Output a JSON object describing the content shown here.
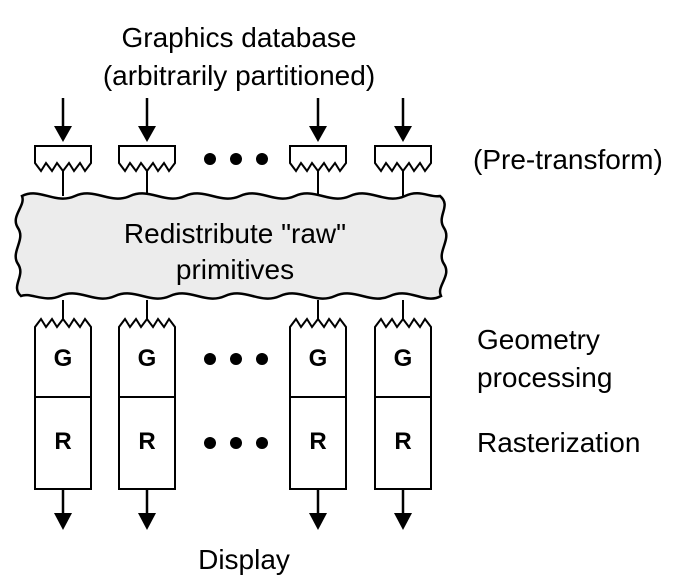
{
  "header": {
    "title_line1": "Graphics database",
    "title_line2": "(arbitrarily partitioned)"
  },
  "labels": {
    "pre_transform": "(Pre-transform)",
    "geometry_line1": "Geometry",
    "geometry_line2": "processing",
    "rasterization": "Rasterization"
  },
  "cloud": {
    "line1": "Redistribute \"raw\"",
    "line2": "primitives"
  },
  "footer": {
    "display": "Display"
  },
  "pipeline": {
    "geometry_letter": "G",
    "raster_letter": "R"
  }
}
